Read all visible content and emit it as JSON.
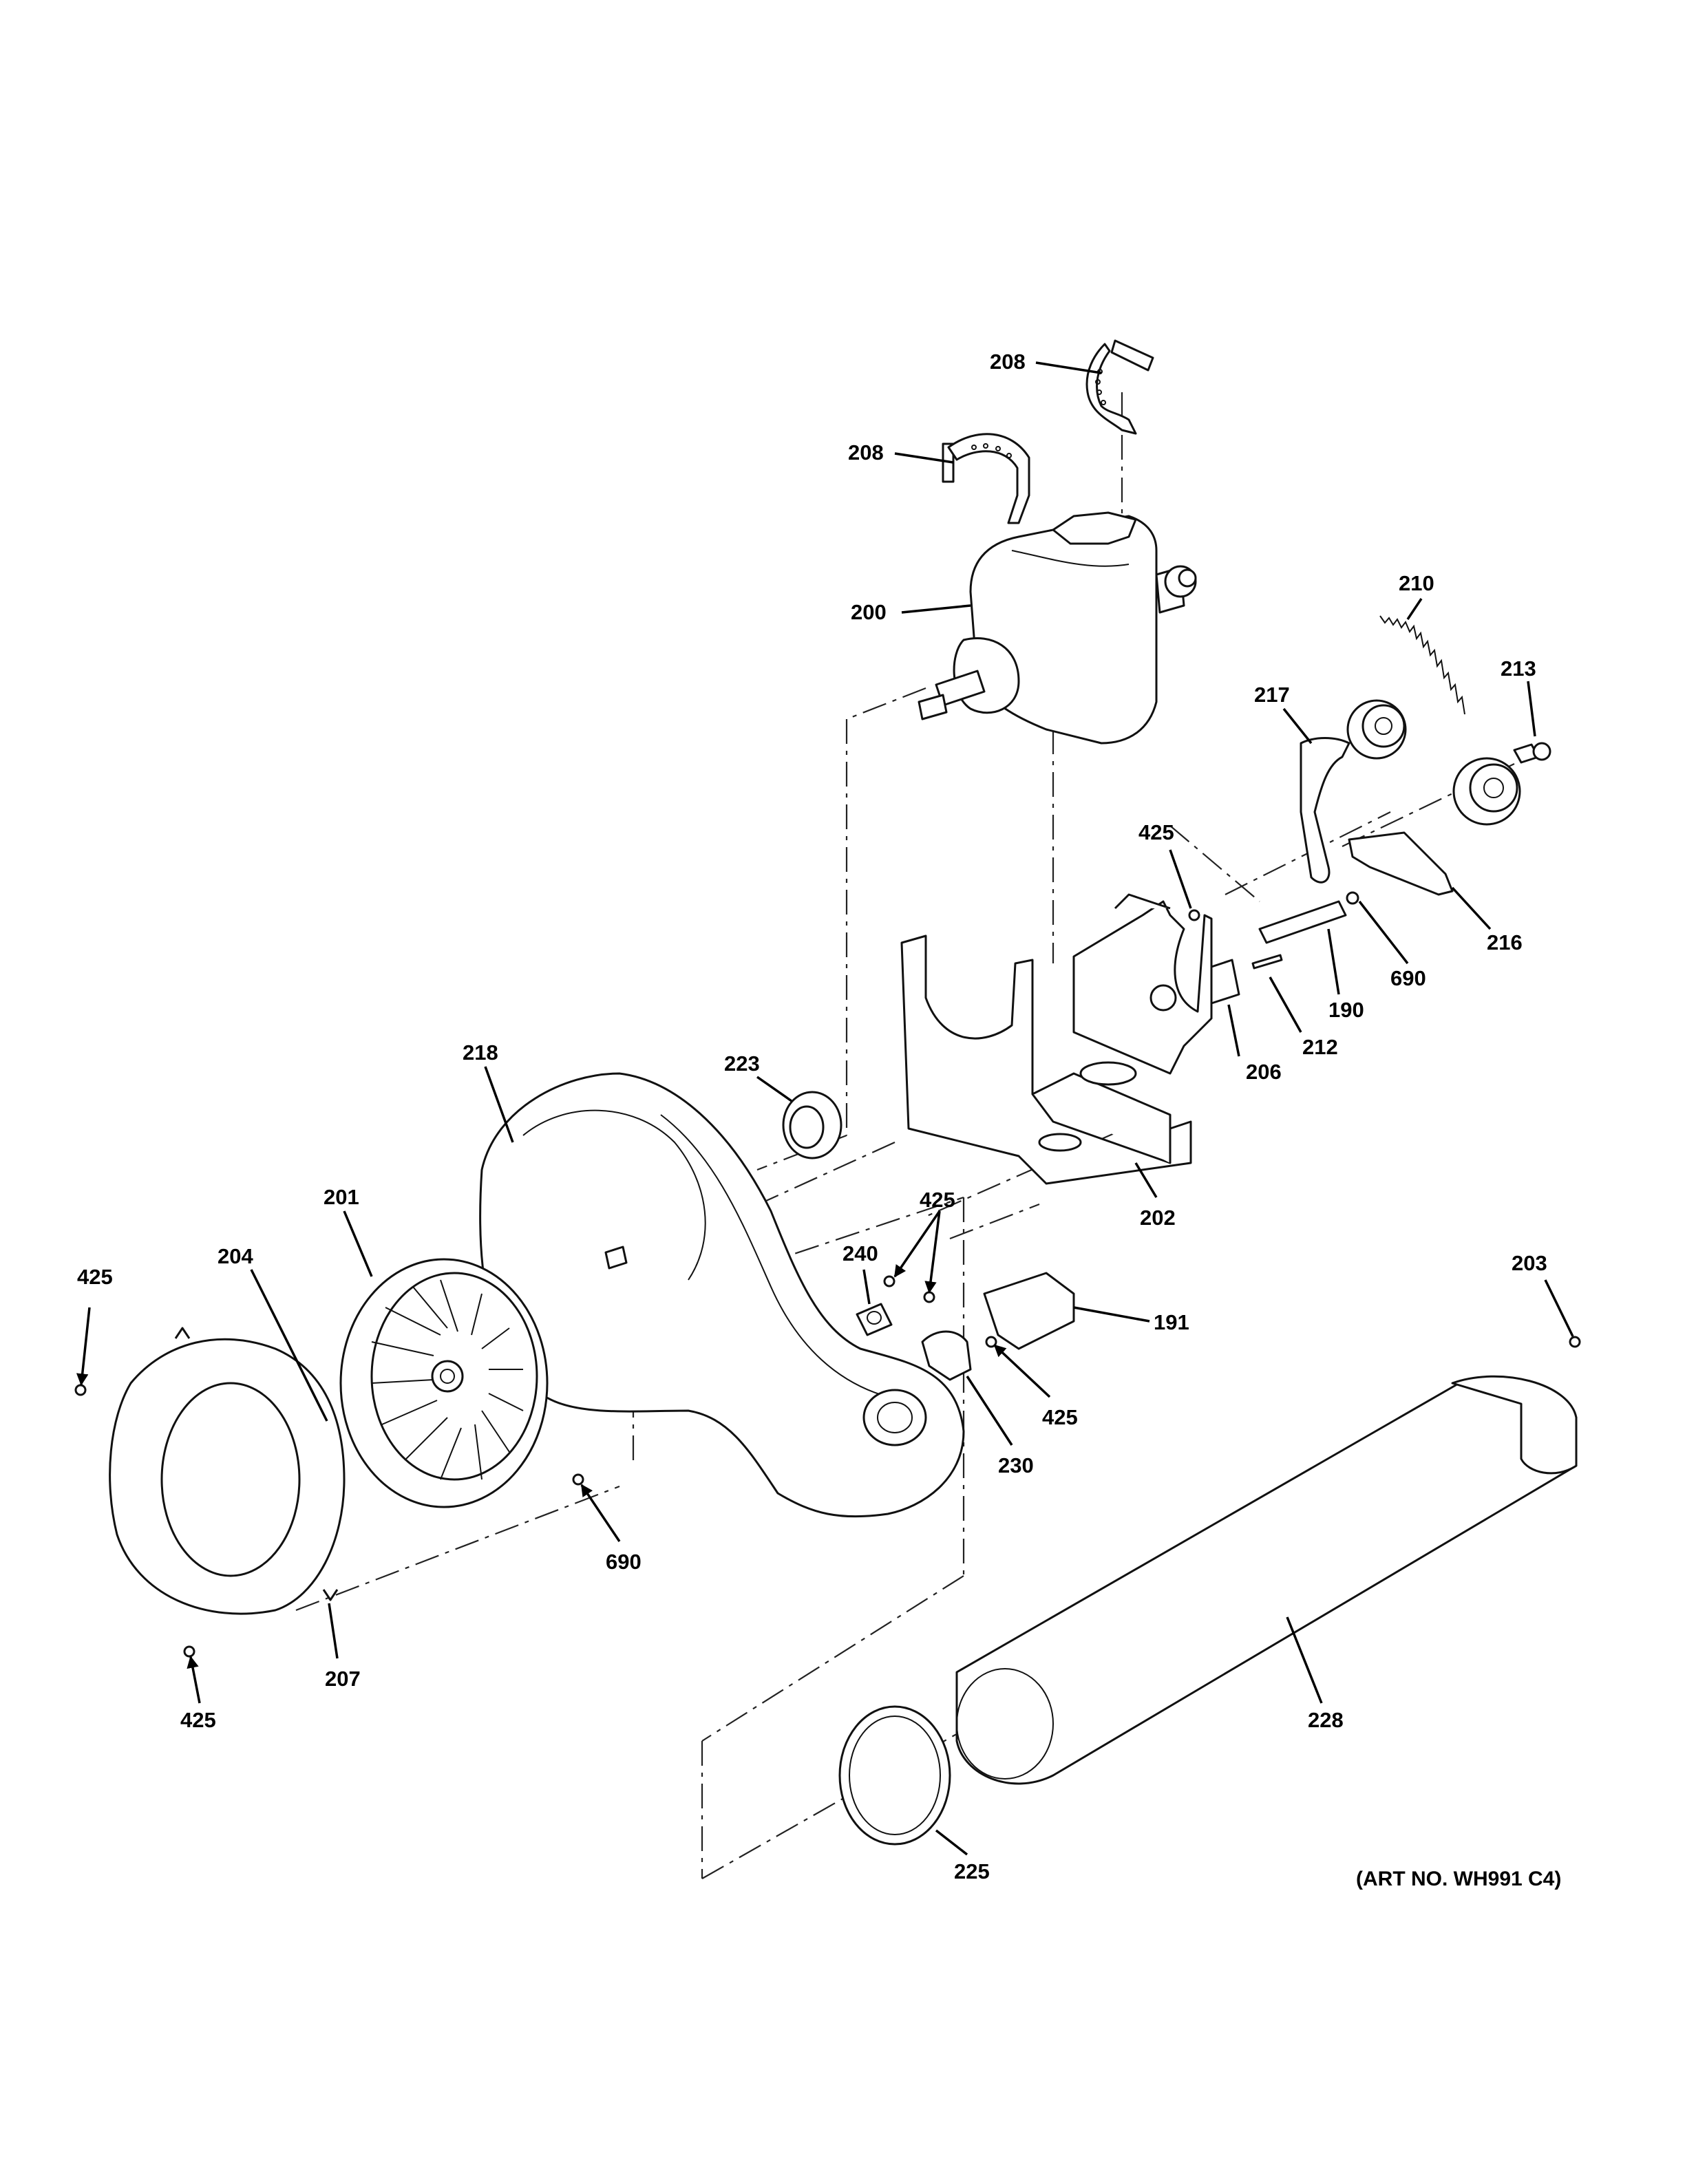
{
  "diagram": {
    "art_number": "(ART NO. WH991 C4)",
    "callouts": [
      "208",
      "208",
      "200",
      "210",
      "213",
      "217",
      "425",
      "216",
      "690",
      "190",
      "212",
      "206",
      "218",
      "223",
      "202",
      "201",
      "204",
      "425",
      "240",
      "425",
      "191",
      "203",
      "425",
      "425",
      "230",
      "690",
      "425",
      "207",
      "228",
      "225"
    ]
  },
  "colors": {
    "line": "#111111",
    "background": "#ffffff"
  }
}
